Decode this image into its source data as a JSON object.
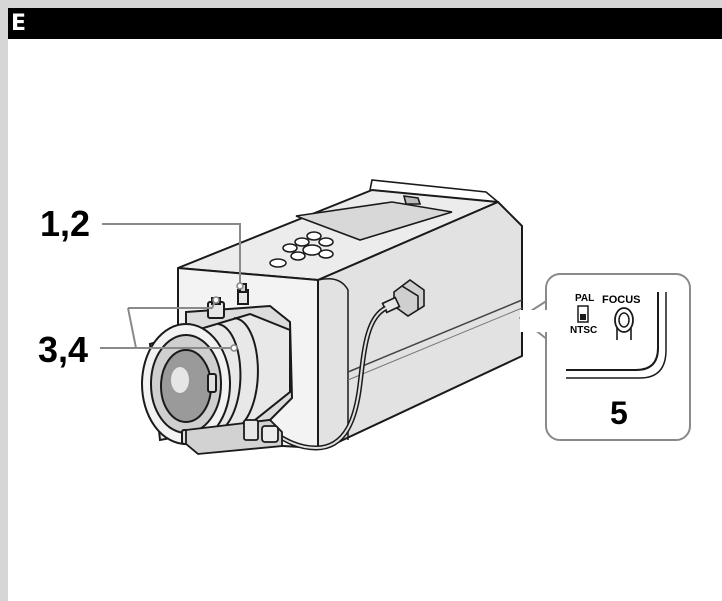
{
  "header": {
    "letter": "E"
  },
  "callouts": {
    "c12": "1,2",
    "c34": "3,4",
    "c5": "5"
  },
  "inset": {
    "pal": "PAL",
    "ntsc": "NTSC",
    "focus": "FOCUS"
  }
}
